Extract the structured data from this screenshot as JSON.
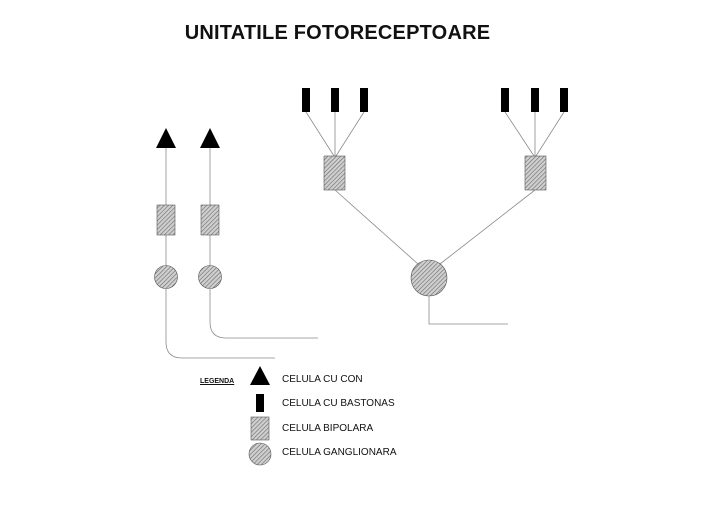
{
  "title": "UNITATILE FOTORECEPTOARE",
  "legend": {
    "heading": "LEGENDA",
    "items": [
      {
        "label": "CELULA CU CON",
        "icon": "triangle-icon"
      },
      {
        "label": "CELULA CU BASTONAS",
        "icon": "rod-icon"
      },
      {
        "label": "CELULA BIPOLARA",
        "icon": "hatched-rectangle-icon"
      },
      {
        "label": "CELULA GANGLIONARA",
        "icon": "hatched-circle-icon"
      }
    ]
  },
  "colors": {
    "line": "#8a8a8a",
    "fill": "#000000",
    "hatch_bg": "#cfcfcf",
    "hatch_line": "#6a6a6a"
  }
}
